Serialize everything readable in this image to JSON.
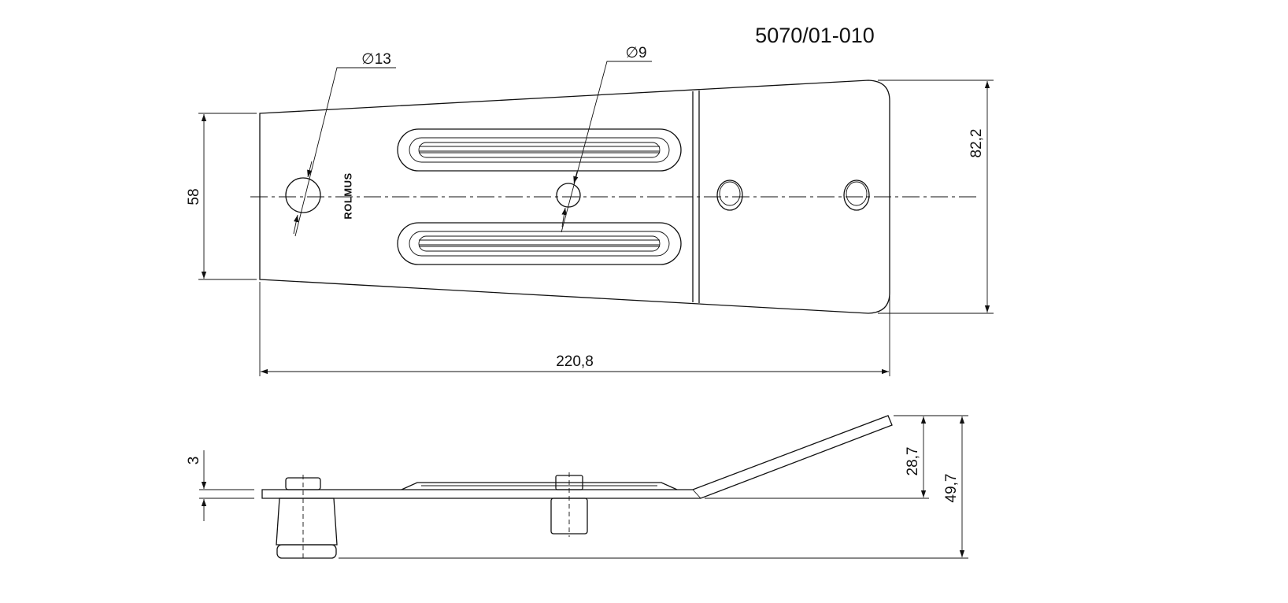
{
  "drawing": {
    "part_number": "5070/01-010",
    "brand_marking": "ROLMUS"
  },
  "dimensions": {
    "hole_large": "∅13",
    "hole_small": "∅9",
    "width_left": "58",
    "width_right": "82,2",
    "length": "220,8",
    "thickness": "3",
    "tab_rise": "28,7",
    "total_height": "49,7"
  },
  "colors": {
    "line": "#111111",
    "background": "#ffffff"
  }
}
